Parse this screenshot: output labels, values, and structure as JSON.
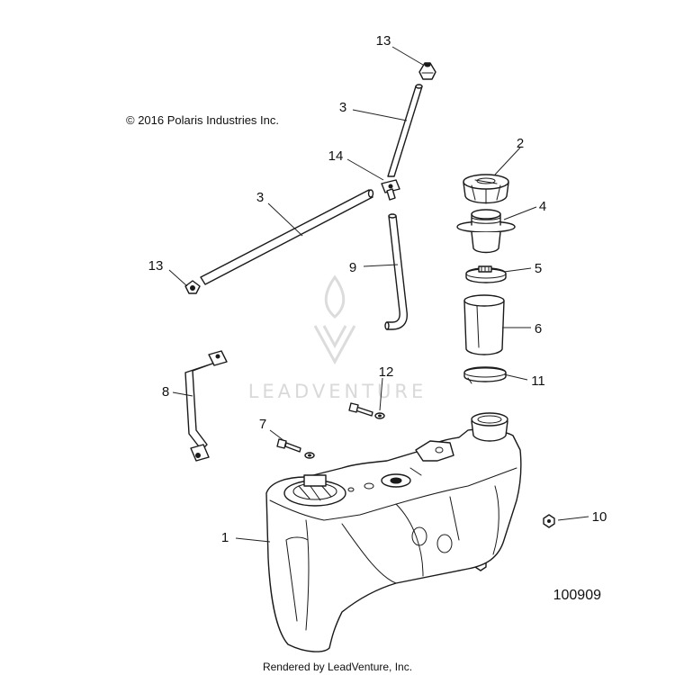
{
  "copyright": "© 2016 Polaris Industries Inc.",
  "watermark": "LEADVENTURE",
  "diagram_number": "100909",
  "footer": "Rendered by LeadVenture, Inc.",
  "callouts": {
    "c13a": "13",
    "c3a": "3",
    "c14": "14",
    "c3b": "3",
    "c13b": "13",
    "c2": "2",
    "c4": "4",
    "c5": "5",
    "c9": "9",
    "c6": "6",
    "c12": "12",
    "c11": "11",
    "c8": "8",
    "c7": "7",
    "c10": "10",
    "c1": "1"
  }
}
